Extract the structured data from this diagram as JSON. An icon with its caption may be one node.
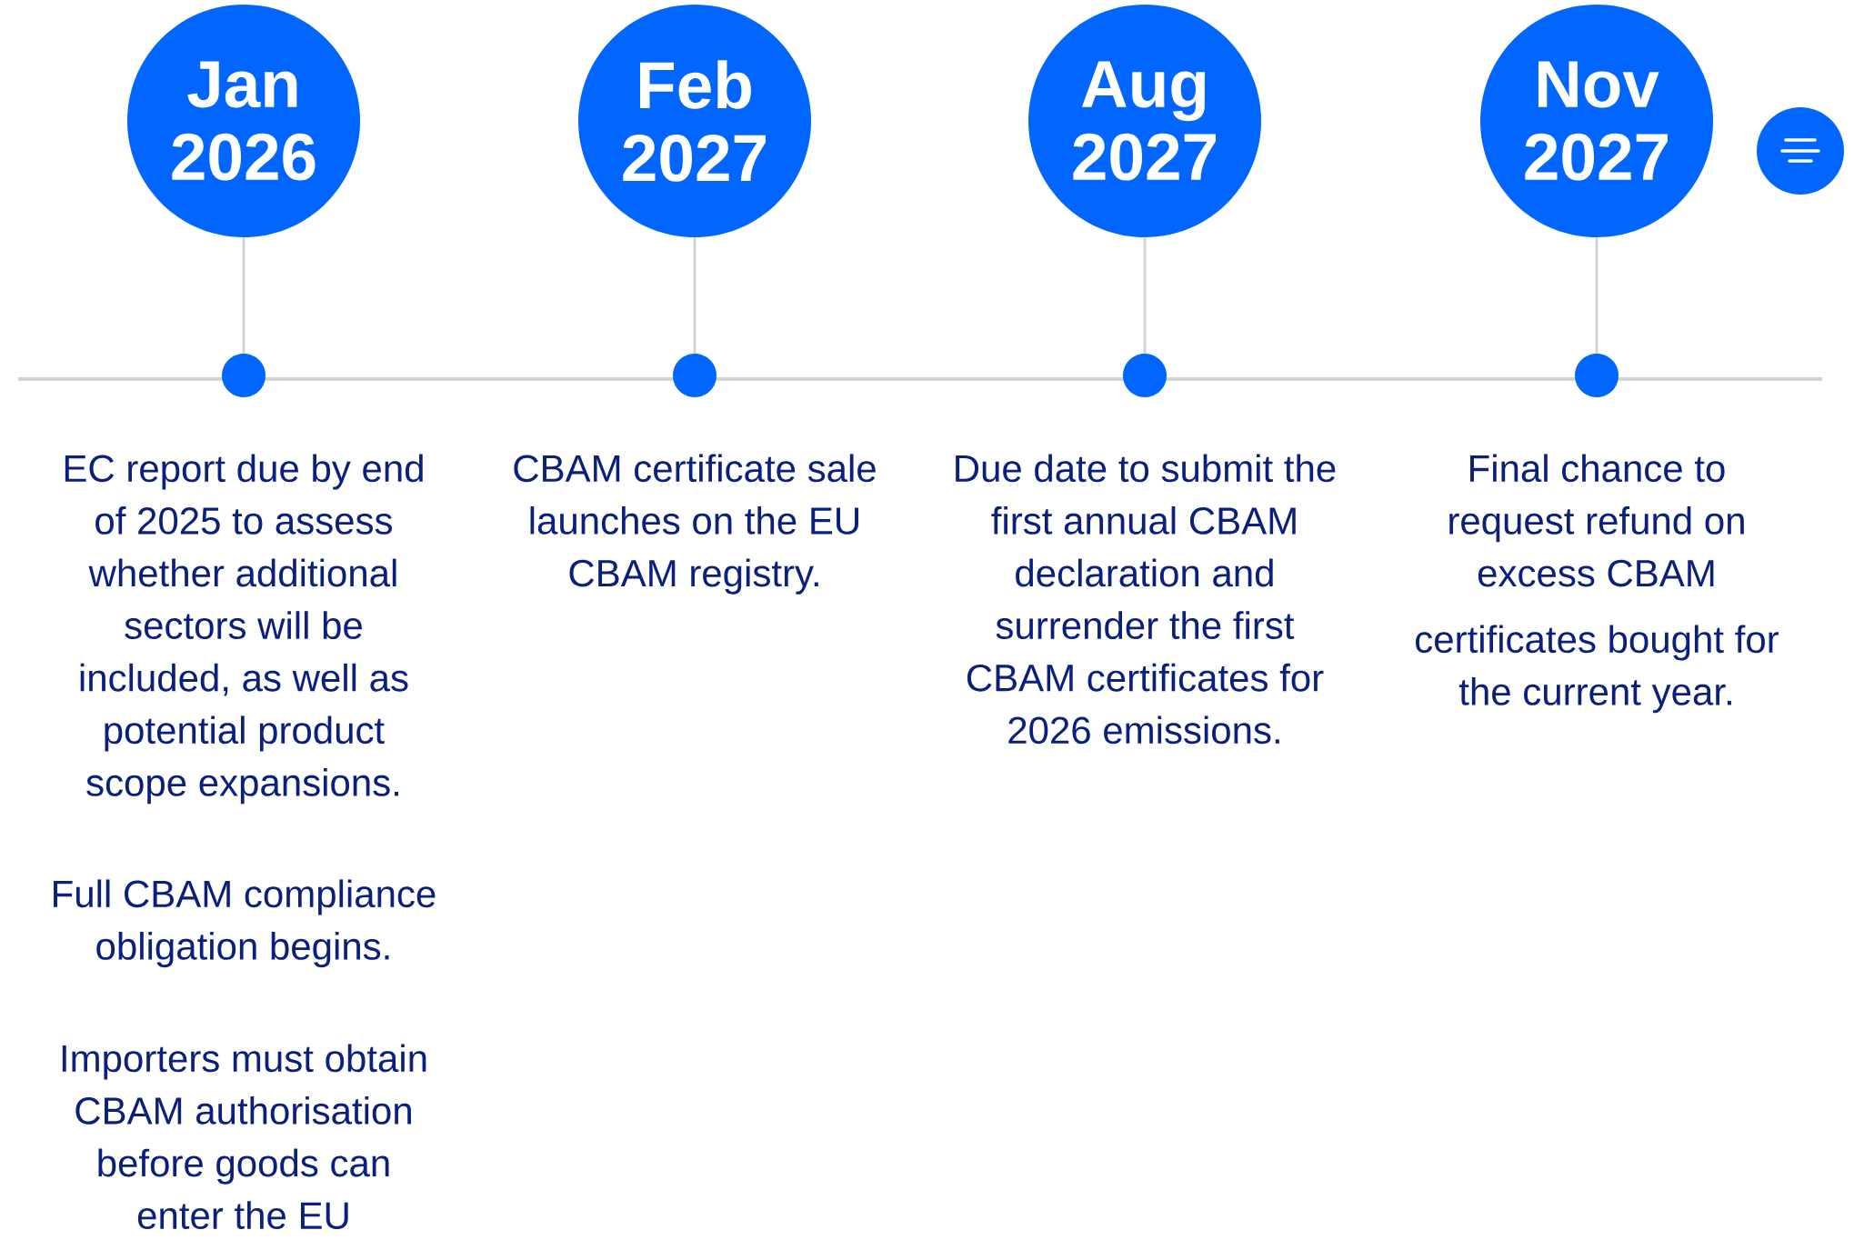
{
  "diagram": {
    "nodes": [
      {
        "text": [
          "Jan 2026"
        ]
      },
      {
        "text": [
          "Feb 2027"
        ]
      },
      {
        "text": [
          "Aug 2027"
        ]
      },
      {
        "text": [
          "Nov 2027"
        ]
      },
      {
        "text": [],
        "shape": "circle",
        "beside": [
          "EC report due by end of 2025 to assess whether additional sectors will be included, as well as potential product scope expansions.",
          "Full CBAM compliance obligation begins.",
          "Importers must obtain CBAM authorisation before goods can enter the EU"
        ]
      },
      {
        "text": [],
        "shape": "circle",
        "beside": [
          "CBAM certificate sale launches on the EU CBAM registry."
        ]
      },
      {
        "text": [],
        "shape": "circle",
        "beside": [
          "Due date to submit the first annual CBAM declaration and surrender the first CBAM certificates for 2026 emissions."
        ]
      },
      {
        "text": [],
        "shape": "circle",
        "beside": [
          "Final chance to request refund on excess CBAM",
          "certificates bought for the current year."
        ]
      }
    ],
    "edges": [
      {
        "from": 0,
        "to": 4,
        "arrow": "none"
      },
      {
        "from": 1,
        "to": 5,
        "arrow": "none"
      },
      {
        "from": 2,
        "to": 6,
        "arrow": "none"
      },
      {
        "from": 3,
        "to": 7,
        "arrow": "none"
      }
    ]
  }
}
